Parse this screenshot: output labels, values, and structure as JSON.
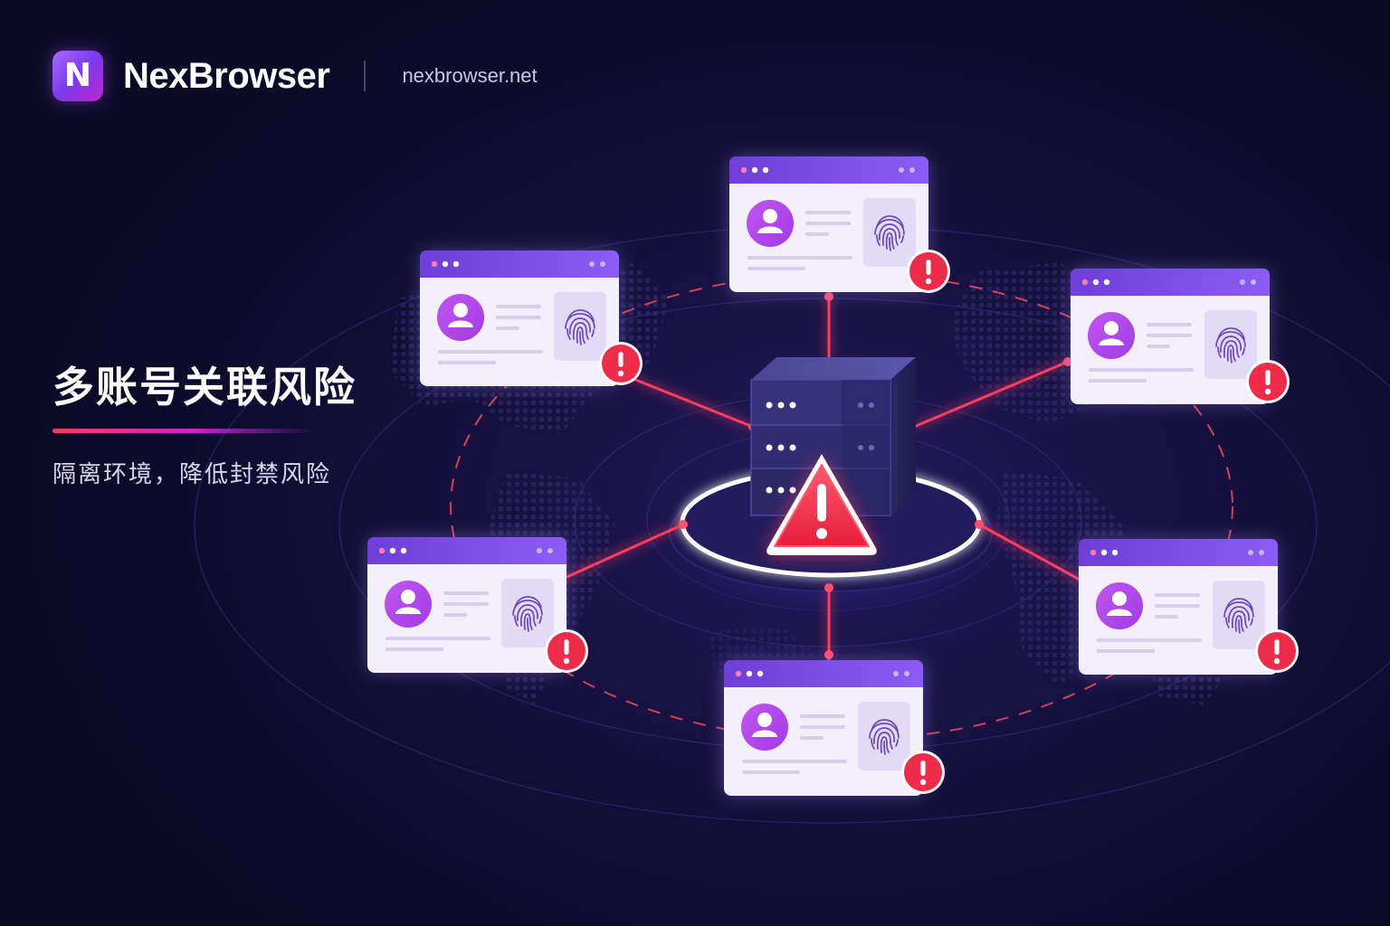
{
  "brand": {
    "logo_letter": "N",
    "name": "NexBrowser",
    "url": "nexbrowser.net"
  },
  "hero": {
    "title": "多账号关联风险",
    "subtitle": "隔离环境，降低封禁风险"
  },
  "illustration": {
    "center_icon": "server-stack-icon",
    "center_badge": "warning-triangle-icon",
    "profile_card_count": 6,
    "card_icons": [
      "avatar-icon",
      "fingerprint-icon",
      "alert-icon"
    ]
  },
  "colors": {
    "background": "#0d0b2c",
    "accent_purple": "#7c3aed",
    "accent_magenta": "#c026d3",
    "alert_red": "#ef2b4a",
    "link_line": "#ff4d6d",
    "card_body": "#f4f0fd"
  }
}
